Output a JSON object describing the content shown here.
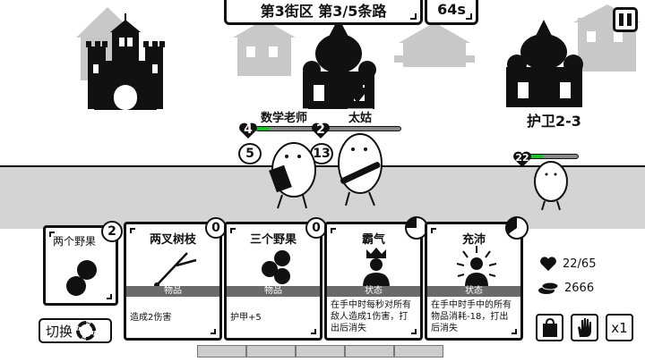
{
  "header": {
    "stage": "第3街区 第3/5条路",
    "timer": "64s"
  },
  "top_right_building_label": "护卫2-3",
  "units": [
    {
      "name": "数学老师",
      "hp": "4",
      "shield": "5",
      "hp_fraction": 0.22
    },
    {
      "name": "太姑",
      "hp": "2",
      "shield": "13",
      "hp_fraction": 0.0
    },
    {
      "name": "",
      "hp": "22",
      "shield": "",
      "hp_fraction": 0.3
    }
  ],
  "cards": [
    {
      "title": "两个野果",
      "badge": "2",
      "type": "",
      "desc": ""
    },
    {
      "title": "两叉树枝",
      "badge": "0",
      "type": "物品",
      "desc": "造成2伤害"
    },
    {
      "title": "三个野果",
      "badge": "0",
      "type": "物品",
      "desc": "护甲+5"
    },
    {
      "title": "霸气",
      "badge": "",
      "type": "状态",
      "desc": "在手中时每秒对所有敌人造成1伤害，打出后消失",
      "timer_fraction": 0.25
    },
    {
      "title": "充沛",
      "badge": "",
      "type": "状态",
      "desc": "在手中时手中的所有物品消耗-18，打出后消失",
      "timer_fraction": 0.35
    }
  ],
  "switch_label": "切换",
  "stats": {
    "hp": "22/65",
    "coins": "2666"
  },
  "toolbar": {
    "speed": "x1"
  },
  "icons": {
    "pause": "pause-icon",
    "heart": "heart-icon",
    "coin": "coin-stack-icon",
    "bag": "bag-icon",
    "hand": "hand-icon",
    "lifebuoy": "lifebuoy-icon"
  },
  "colors": {
    "hp_green": "#1fbf2c",
    "road": "#d4d4d4",
    "band": "#6a6a6a"
  }
}
